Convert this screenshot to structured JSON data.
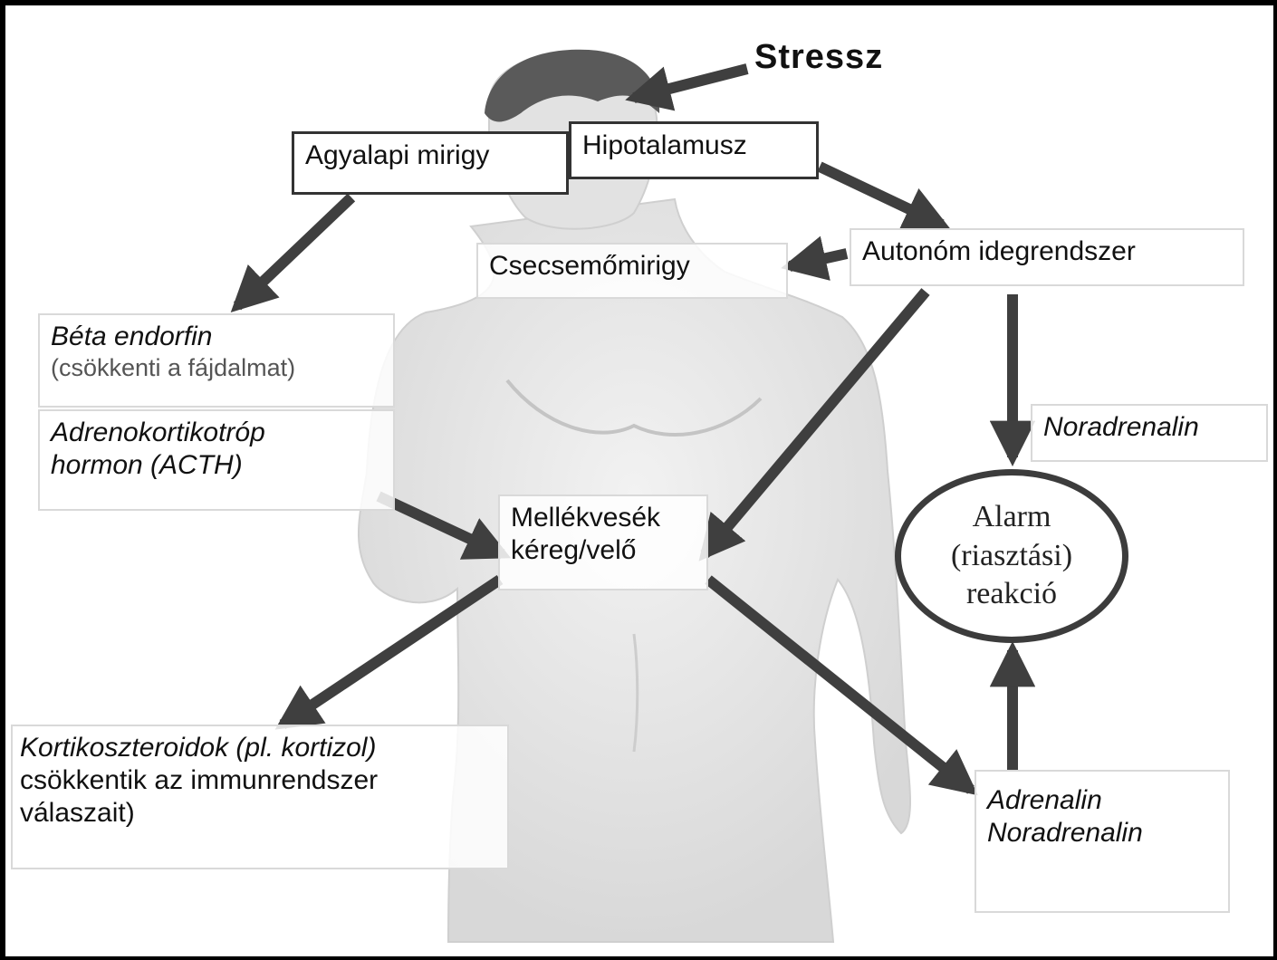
{
  "title": "Stressz",
  "boxes": {
    "agyalapi": "Agyalapi mirigy",
    "hipotalamusz": "Hipotalamusz",
    "csecsemo": "Csecsemőmirigy",
    "autonom": "Autonóm idegrendszer",
    "beta_line1": "Béta endorfin",
    "beta_line2": "(csökkenti a fájdalmat)",
    "acth_line1": "Adrenokortikotróp",
    "acth_line2": "hormon (ACTH)",
    "mellekvese_line1": "Mellékvesék",
    "mellekvese_line2": "kéreg/velő",
    "noradrenalin": "Noradrenalin",
    "kortiko_line1": "Kortikoszteroidok (pl. kortizol)",
    "kortiko_line2": "csökkentik az immunrendszer",
    "kortiko_line3": "válaszait)",
    "adrenalin_line1": "Adrenalin",
    "adrenalin_line2": "Noradrenalin"
  },
  "alarm": {
    "line1": "Alarm",
    "line2": "(riasztási)",
    "line3": "reakció"
  },
  "colors": {
    "arrow": "#3f3f3f",
    "body_shade": "#e4e4e4",
    "hair": "#5a5a5a"
  }
}
